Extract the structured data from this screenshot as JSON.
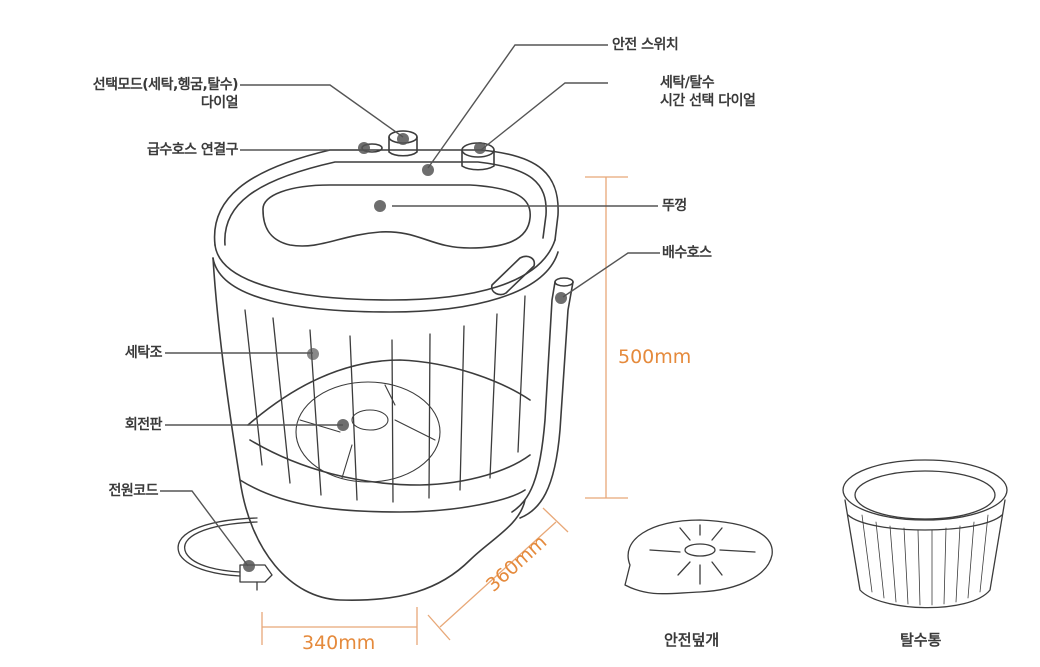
{
  "diagram": {
    "subject": "mini washing machine parts diagram",
    "colors": {
      "line": "#3c3c3c",
      "leader": "#555555",
      "dimension": "#e58a3c",
      "marker": "#555555"
    },
    "callouts": [
      {
        "id": "mode-dial",
        "label_line1": "선택모드(세탁,헹굼,탈수)",
        "label_line2": "다이얼"
      },
      {
        "id": "water-inlet",
        "label": "급수호스 연결구"
      },
      {
        "id": "safety-switch",
        "label": "안전 스위치"
      },
      {
        "id": "timer-dial",
        "label_line1": "세탁/탈수",
        "label_line2": "시간 선택 다이얼"
      },
      {
        "id": "lid",
        "label": "뚜껑"
      },
      {
        "id": "drain-hose",
        "label": "배수호스"
      },
      {
        "id": "wash-tub",
        "label": "세탁조"
      },
      {
        "id": "pulsator",
        "label": "회전판"
      },
      {
        "id": "power-cord",
        "label": "전원코드"
      }
    ],
    "dimensions": {
      "height": "500mm",
      "width": "340mm",
      "depth": "360mm"
    },
    "accessories": [
      {
        "id": "safety-cover",
        "label": "안전덮개"
      },
      {
        "id": "spin-basket",
        "label": "탈수통"
      }
    ]
  }
}
